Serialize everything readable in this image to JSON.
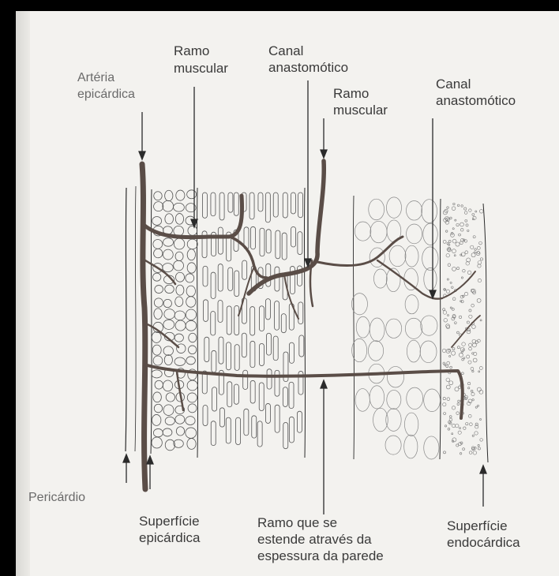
{
  "labels": {
    "arteria_epicardica": "Artéria\nepicárdica",
    "ramo_muscular_1": "Ramo\nmuscular",
    "canal_anastomotico_1": "Canal\nanastomótico",
    "ramo_muscular_2": "Ramo\nmuscular",
    "canal_anastomotico_2": "Canal\nanastomótico",
    "pericardio": "Pericárdio",
    "superficie_epicardica": "Superfície\nepicárdica",
    "ramo_espessura": "Ramo que se\nestende através da\nespessura da parede",
    "superficie_endocardica": "Superfície\nendocárdica"
  },
  "colors": {
    "vessel": "#5a4d47",
    "line": "#2b2b2b",
    "paper": "#f3f2ef"
  }
}
